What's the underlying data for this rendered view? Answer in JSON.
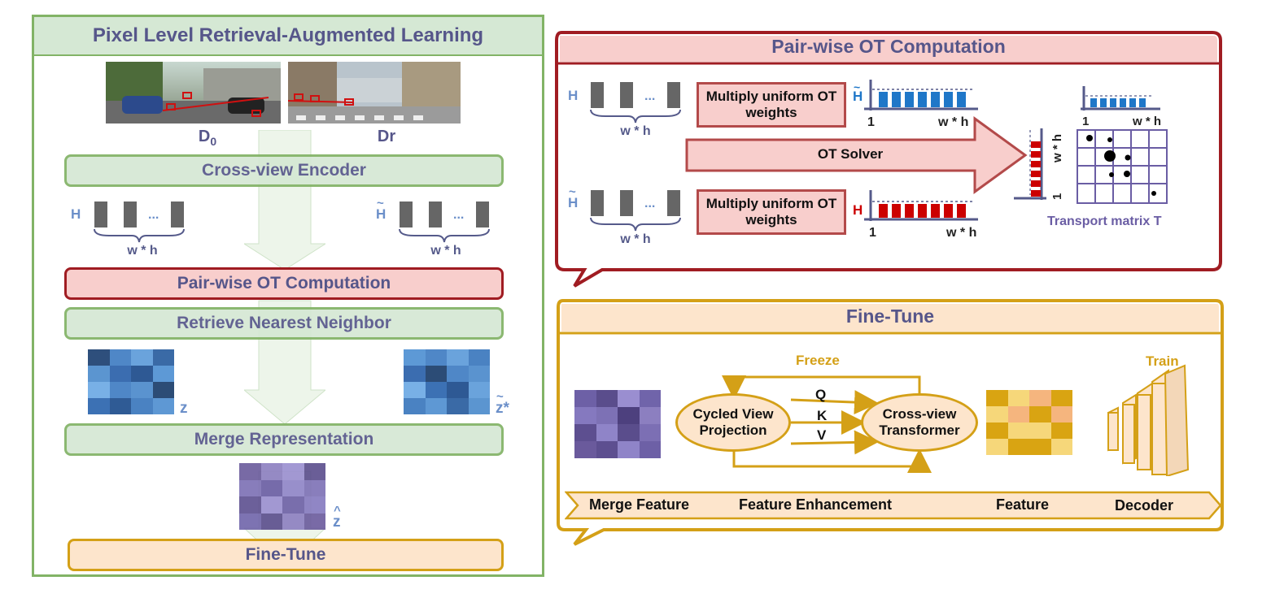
{
  "left_panel": {
    "title": "Pixel Level Retrieval-Augmented Learning",
    "d0_label": "D",
    "d0_sub": "0",
    "dr_label": "Dr",
    "encoder": "Cross-view Encoder",
    "h_label": "H",
    "htilde_label": "H",
    "dots": "...",
    "wh_label": "w * h",
    "ot": "Pair-wise OT Computation",
    "retrieve": "Retrieve Nearest Neighbor",
    "z_label": "z",
    "ztilde_label": "z*",
    "merge": "Merge Representation",
    "zhat_label": "z",
    "finetune": "Fine-Tune"
  },
  "ot_panel": {
    "title": "Pair-wise OT Computation",
    "h_label": "H",
    "htilde_label": "H",
    "dots": "...",
    "wh_label": "w * h",
    "multiply_top": "Multiply uniform OT weights",
    "multiply_bottom": "Multiply uniform OT weights",
    "axis_one": "1",
    "axis_wh": "w * h",
    "solver": "OT Solver",
    "transport": "Transport matrix T"
  },
  "ft_panel": {
    "title": "Fine-Tune",
    "freeze": "Freeze",
    "train": "Train",
    "cycled": "Cycled View Projection",
    "cross": "Cross-view Transformer",
    "q": "Q",
    "k": "K",
    "v": "V",
    "merge_feature": "Merge Feature",
    "feature_enhancement": "Feature Enhancement",
    "feature": "Feature",
    "decoder": "Decoder"
  },
  "colors": {
    "green_fill": "#d5e8d4",
    "green_border": "#82b366",
    "red_fill": "#f8cecc",
    "red_border": "#a01c22",
    "orange_fill": "#fde5cc",
    "orange_border": "#d4a017",
    "text": "#56568a",
    "blue": "#1f77c8",
    "red": "#cc0000"
  }
}
